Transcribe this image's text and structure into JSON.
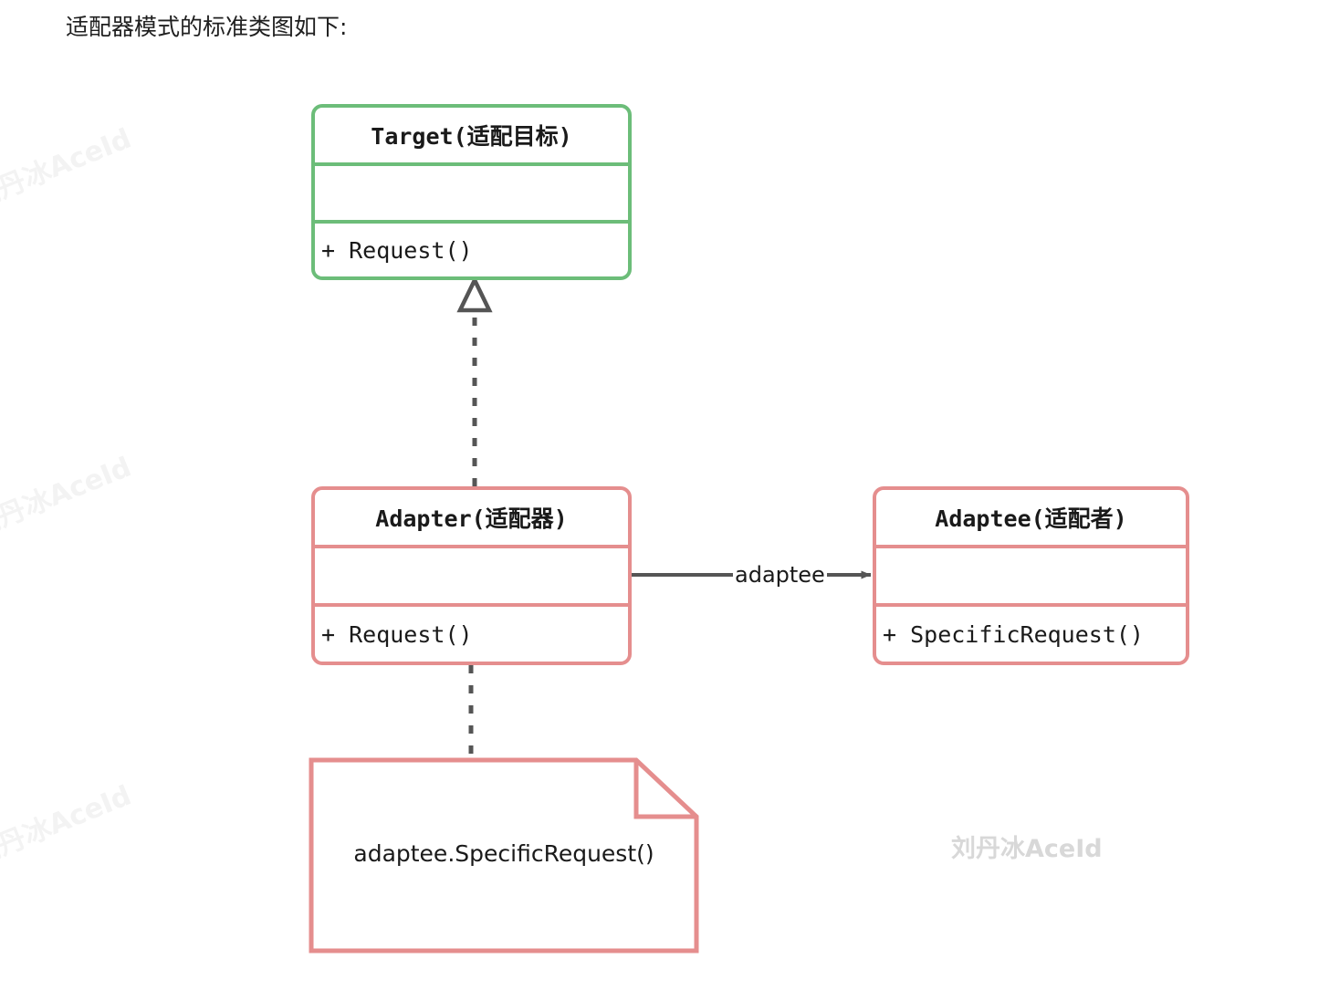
{
  "caption": "适配器模式的标准类图如下:",
  "diagram": {
    "type": "uml-class-diagram",
    "classes": [
      {
        "id": "target",
        "title": "Target(适配目标)",
        "attributes": [],
        "methods": [
          "+ Request()"
        ],
        "color": "#6cbd79",
        "color_name": "green"
      },
      {
        "id": "adapter",
        "title": "Adapter(适配器)",
        "attributes": [],
        "methods": [
          "+ Request()"
        ],
        "color": "#e58e8e",
        "color_name": "red"
      },
      {
        "id": "adaptee",
        "title": "Adaptee(适配者)",
        "attributes": [],
        "methods": [
          "+ SpecificRequest()"
        ],
        "color": "#e58e8e",
        "color_name": "red"
      }
    ],
    "note": {
      "id": "note-adapter-impl",
      "text": "adaptee.SpecificRequest()",
      "color": "#e58e8e"
    },
    "edges": [
      {
        "id": "adapter-realizes-target",
        "from": "adapter",
        "to": "target",
        "style": "dashed",
        "arrowhead": "hollow-triangle",
        "label": ""
      },
      {
        "id": "adapter-uses-adaptee",
        "from": "adapter",
        "to": "adaptee",
        "style": "solid",
        "arrowhead": "filled-arrow",
        "label": "adaptee"
      },
      {
        "id": "adapter-note-link",
        "from": "adapter",
        "to": "note-adapter-impl",
        "style": "dashed",
        "arrowhead": "none",
        "label": ""
      }
    ],
    "line_color": "#555555"
  },
  "watermarks": {
    "main": "刘丹冰AceId",
    "edge": "刘丹冰AceId"
  }
}
